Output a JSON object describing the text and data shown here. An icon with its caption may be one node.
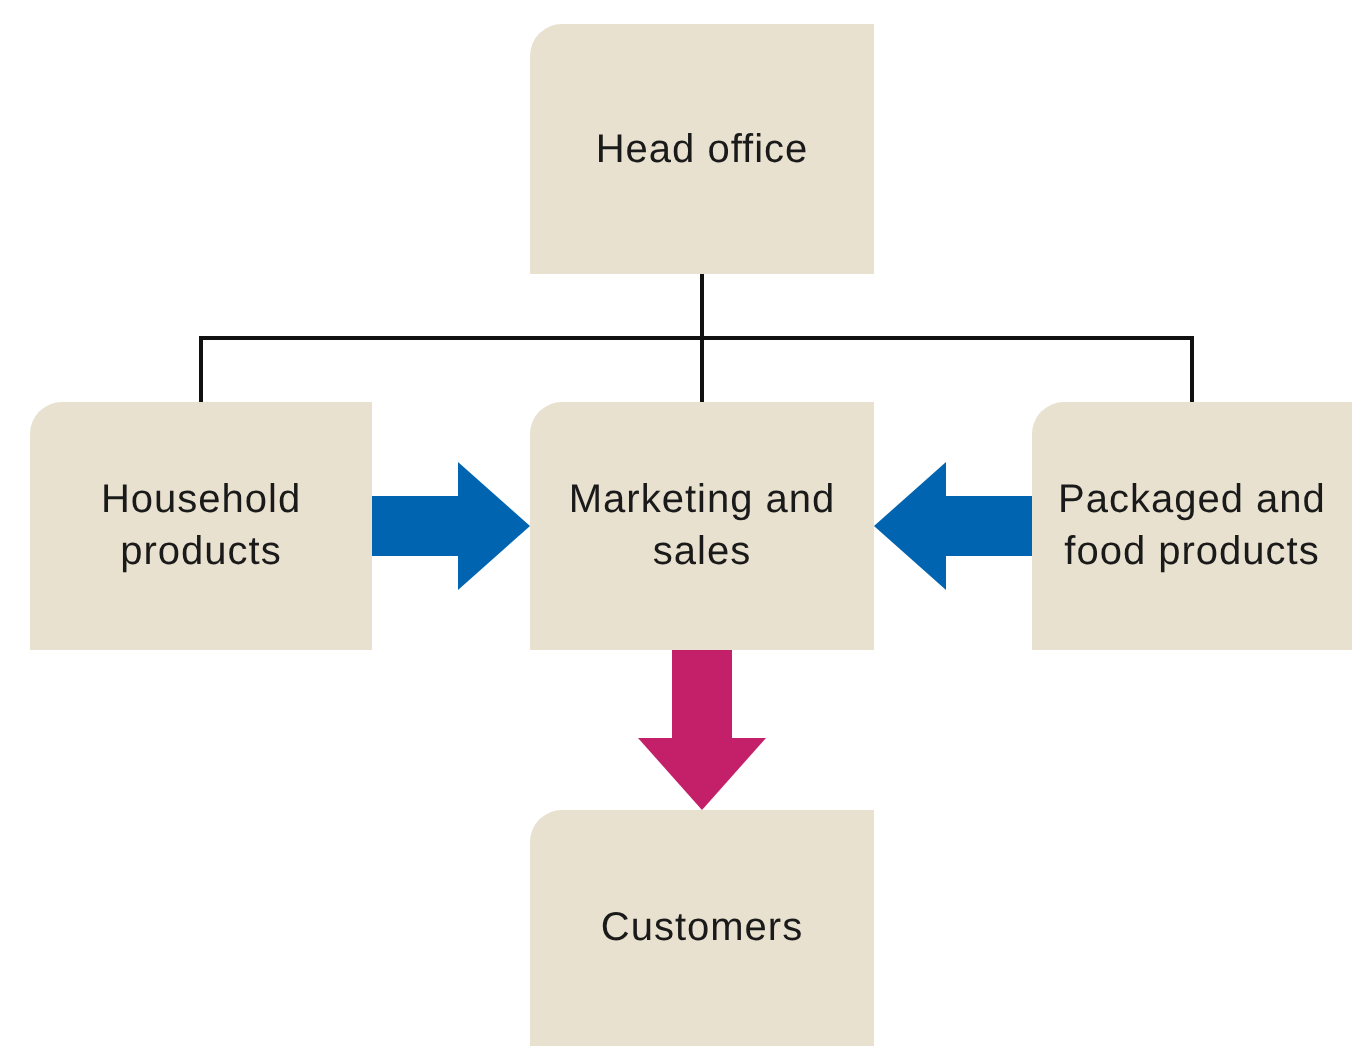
{
  "diagram": {
    "nodes": [
      {
        "text": [
          "Head office"
        ]
      },
      {
        "text": [
          "Household products"
        ]
      },
      {
        "text": [
          "Marketing and sales"
        ]
      },
      {
        "text": [
          "Packaged and food products"
        ]
      },
      {
        "text": [
          "Customers"
        ]
      }
    ],
    "edges": [
      {
        "from": 0,
        "to": 1,
        "arrow": "none"
      },
      {
        "from": 0,
        "to": 2,
        "arrow": "none"
      },
      {
        "from": 0,
        "to": 3,
        "arrow": "none"
      },
      {
        "from": 1,
        "to": 2,
        "arrow": "to",
        "style": "thick",
        "color": "#0064b0"
      },
      {
        "from": 3,
        "to": 2,
        "arrow": "to",
        "style": "thick",
        "color": "#0064b0"
      },
      {
        "from": 2,
        "to": 4,
        "arrow": "to",
        "style": "thick",
        "color": "#c4206a"
      }
    ]
  }
}
